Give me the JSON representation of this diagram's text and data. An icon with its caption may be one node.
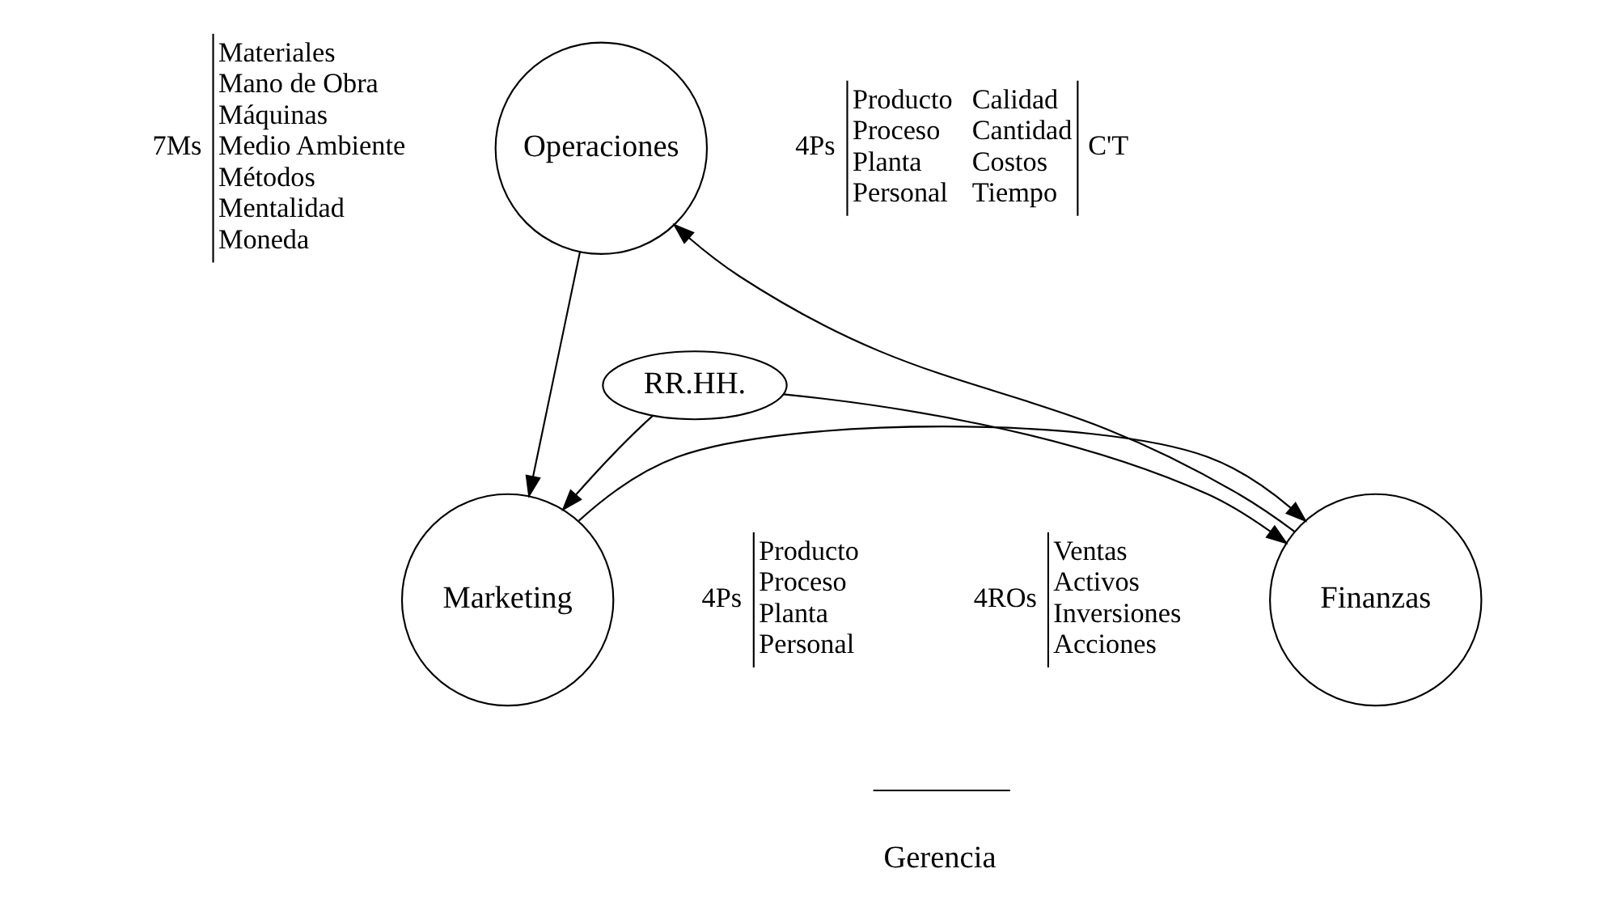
{
  "diagram": {
    "nodes": [
      {
        "text": [
          "Operaciones"
        ]
      },
      {
        "text": [
          "RR.HH."
        ]
      },
      {
        "text": [
          "Finanzas"
        ]
      },
      {
        "text": [
          "Marketing"
        ]
      }
    ],
    "edges": [
      {
        "from": 2,
        "to": 0,
        "arrow": "to"
      },
      {
        "from": 0,
        "to": 3,
        "arrow": "to"
      },
      {
        "from": 1,
        "to": 2,
        "arrow": "to"
      },
      {
        "from": 1,
        "to": 3,
        "arrow": "to"
      },
      {
        "from": 3,
        "to": 2,
        "arrow": "to"
      }
    ],
    "labels": [
      "7Ms",
      "Materiales",
      "Mano de Obra",
      "Máquinas",
      "Medio Ambiente",
      "Métodos",
      "Mentalidad",
      "Moneda",
      "4Ps",
      "Producto",
      "Proceso",
      "Planta",
      "Personal",
      "Calidad",
      "Cantidad",
      "Costos",
      "Tiempo",
      "C'T",
      "4ROs",
      "Ventas",
      "Activos",
      "Inversiones",
      "Acciones",
      "4Ps",
      "Producto",
      "Proceso",
      "Planta",
      "Personal",
      "Gerencia"
    ]
  }
}
